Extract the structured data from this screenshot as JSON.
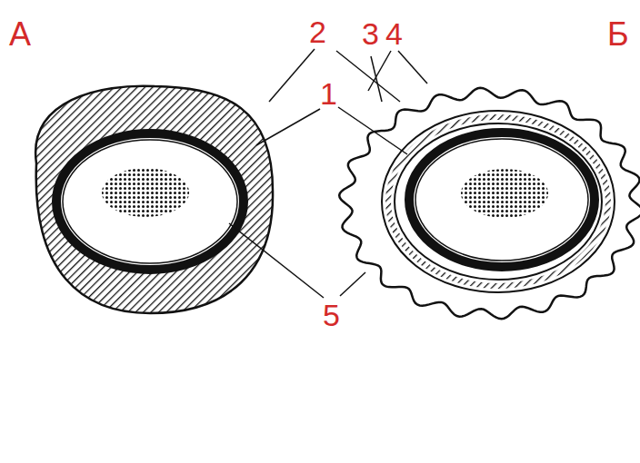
{
  "diagram": {
    "labels": [
      "А",
      "2",
      "3",
      "4",
      "Б",
      "1",
      "5"
    ]
  }
}
